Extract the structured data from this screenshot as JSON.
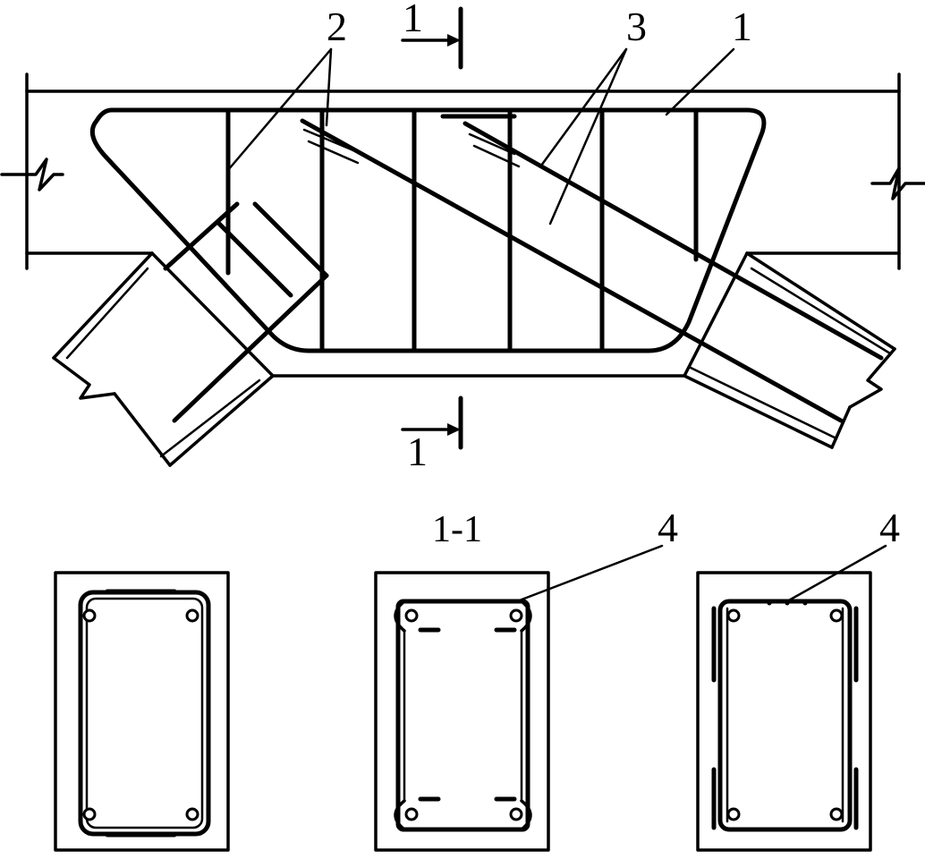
{
  "callouts": {
    "label_1": "1",
    "label_2": "2",
    "label_3": "3",
    "label_4_middle": "4",
    "label_4_right": "4"
  },
  "section_marks": {
    "top": "1",
    "bottom": "1",
    "section_title": "1-1"
  }
}
